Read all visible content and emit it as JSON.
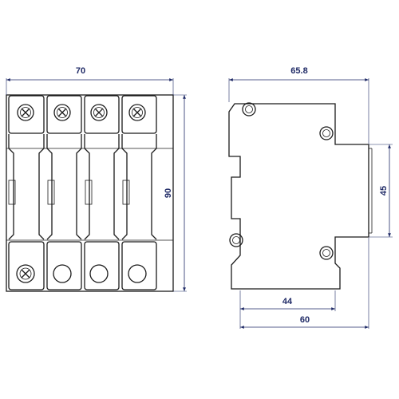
{
  "dimensions": {
    "front_width": "70",
    "front_height": "90",
    "side_width": "65.8",
    "side_height": "45",
    "side_lower_inner": "44",
    "side_lower_outer": "60"
  },
  "colors": {
    "line": "#1b1b1b",
    "dimension": "#1f2a66",
    "background": "#ffffff"
  }
}
